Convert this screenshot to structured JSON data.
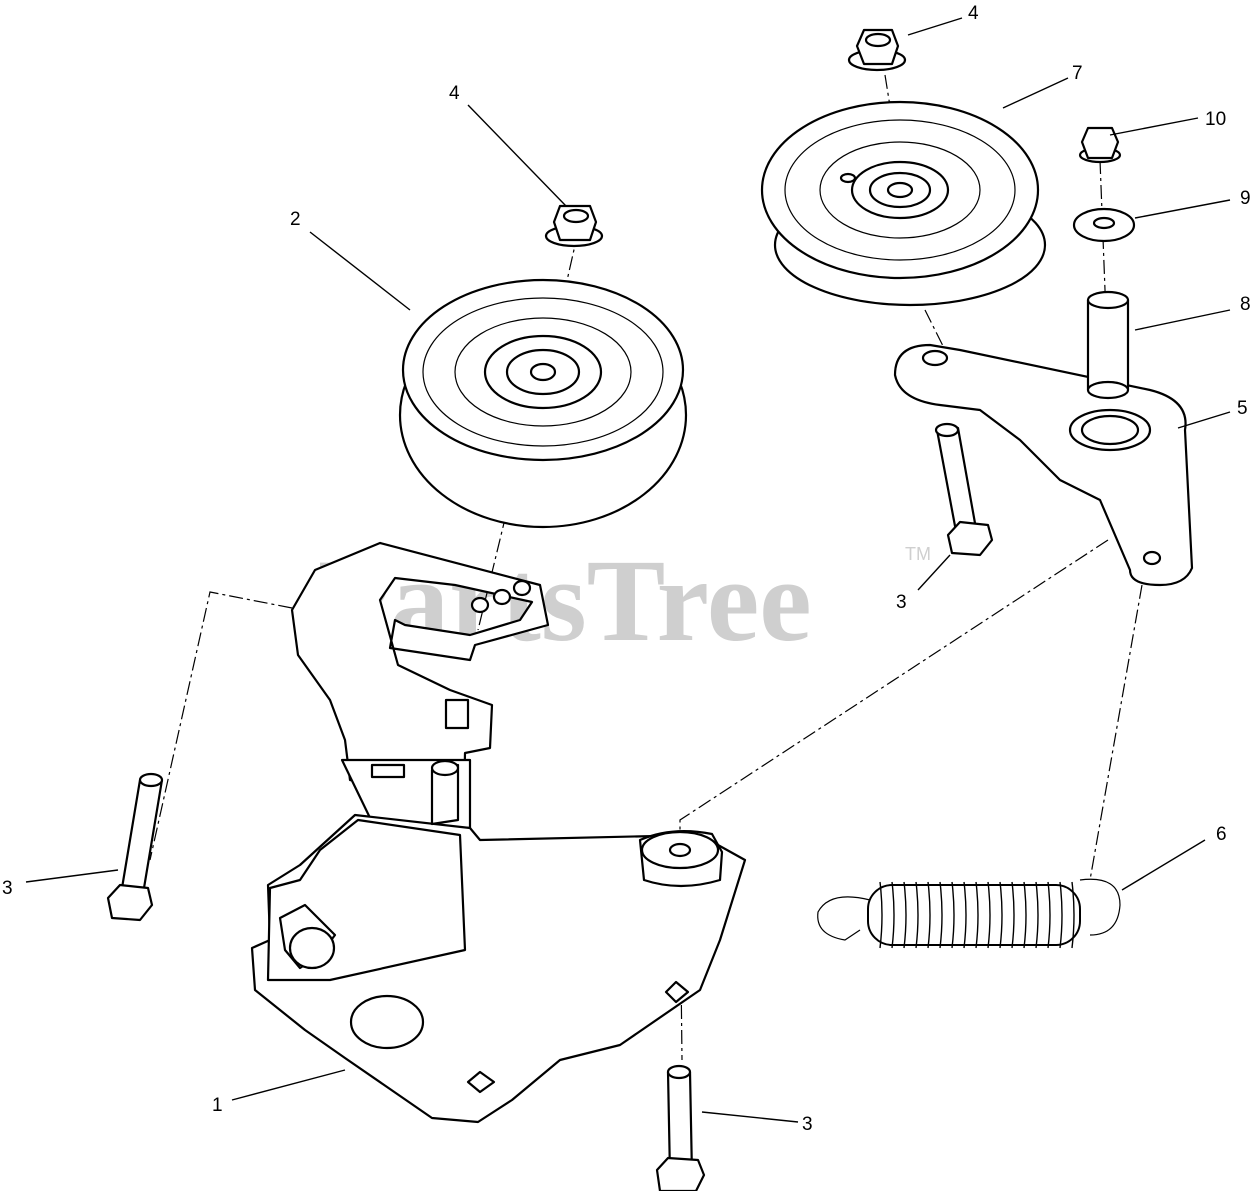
{
  "watermark": {
    "text": "PartsTree",
    "trademark": "TM"
  },
  "callouts": [
    {
      "id": "c1",
      "label": "1"
    },
    {
      "id": "c2",
      "label": "2"
    },
    {
      "id": "c3a",
      "label": "3"
    },
    {
      "id": "c3b",
      "label": "3"
    },
    {
      "id": "c3c",
      "label": "3"
    },
    {
      "id": "c4a",
      "label": "4"
    },
    {
      "id": "c4b",
      "label": "4"
    },
    {
      "id": "c5",
      "label": "5"
    },
    {
      "id": "c6",
      "label": "6"
    },
    {
      "id": "c7",
      "label": "7"
    },
    {
      "id": "c8",
      "label": "8"
    },
    {
      "id": "c9",
      "label": "9"
    },
    {
      "id": "c10",
      "label": "10"
    }
  ]
}
